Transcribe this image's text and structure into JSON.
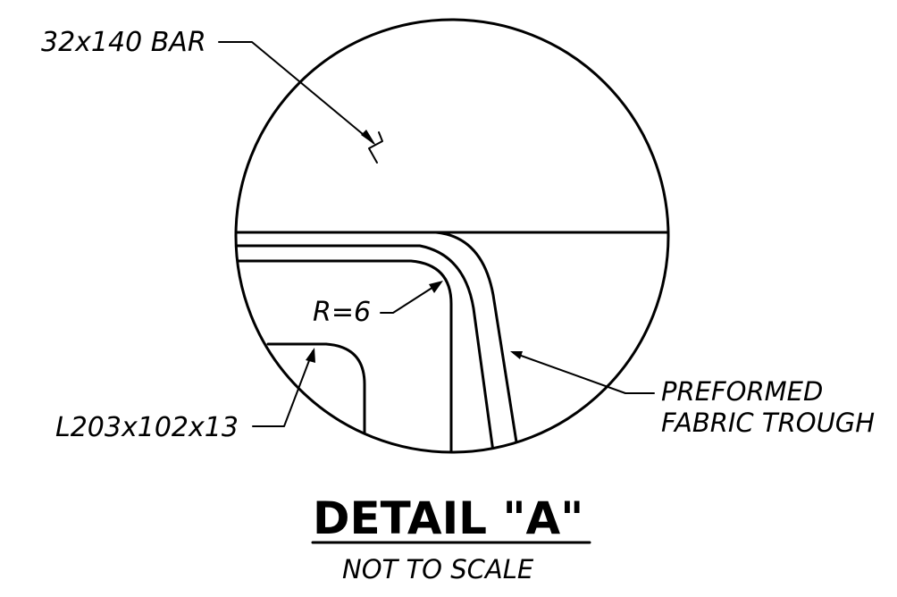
{
  "labels": {
    "bar": "32x140 BAR",
    "radius": "R=6",
    "angle": "L203x102x13",
    "trough_line1": "PREFORMED",
    "trough_line2": "FABRIC TROUGH"
  },
  "title": {
    "main": "DETAIL \"A\"",
    "sub": "NOT TO SCALE"
  }
}
